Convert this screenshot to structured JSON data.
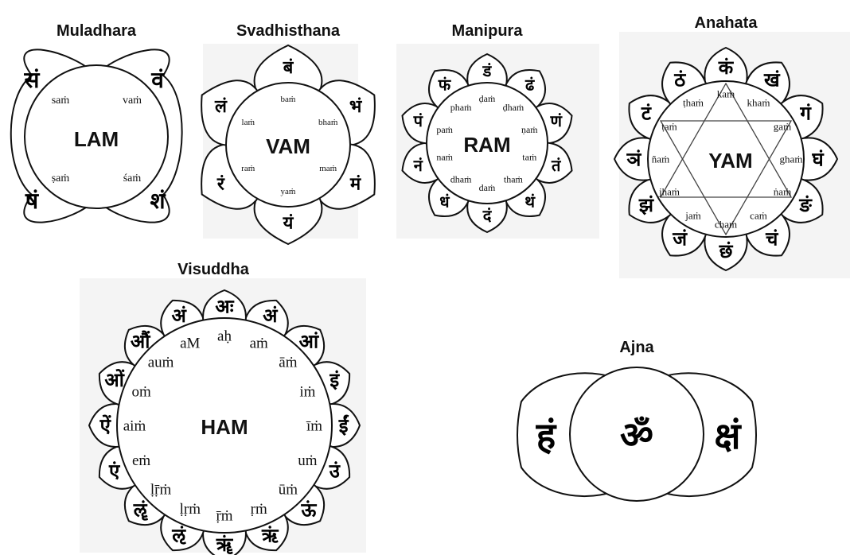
{
  "muladhara": {
    "title": "Muladhara",
    "bija": "LAM",
    "petals": [
      {
        "devanagari": "वं",
        "roman": "vaṁ"
      },
      {
        "devanagari": "शं",
        "roman": "śaṁ"
      },
      {
        "devanagari": "षं",
        "roman": "ṣaṁ"
      },
      {
        "devanagari": "सं",
        "roman": "saṁ"
      }
    ]
  },
  "svadhisthana": {
    "title": "Svadhisthana",
    "bija": "VAM",
    "petals": [
      {
        "devanagari": "बं",
        "roman": "baṁ"
      },
      {
        "devanagari": "भं",
        "roman": "bhaṁ"
      },
      {
        "devanagari": "मं",
        "roman": "maṁ"
      },
      {
        "devanagari": "यं",
        "roman": "yaṁ"
      },
      {
        "devanagari": "रं",
        "roman": "raṁ"
      },
      {
        "devanagari": "लं",
        "roman": "laṁ"
      }
    ]
  },
  "manipura": {
    "title": "Manipura",
    "bija": "RAM",
    "petals": [
      {
        "devanagari": "डं",
        "roman": "ḍaṁ"
      },
      {
        "devanagari": "ढं",
        "roman": "ḍhaṁ"
      },
      {
        "devanagari": "णं",
        "roman": "ṇaṁ"
      },
      {
        "devanagari": "तं",
        "roman": "taṁ"
      },
      {
        "devanagari": "थं",
        "roman": "thaṁ"
      },
      {
        "devanagari": "दं",
        "roman": "daṁ"
      },
      {
        "devanagari": "धं",
        "roman": "dhaṁ"
      },
      {
        "devanagari": "नं",
        "roman": "naṁ"
      },
      {
        "devanagari": "पं",
        "roman": "paṁ"
      },
      {
        "devanagari": "फं",
        "roman": "phaṁ"
      }
    ]
  },
  "anahata": {
    "title": "Anahata",
    "bija": "YAM",
    "petals": [
      {
        "devanagari": "कं",
        "roman": "kaṁ"
      },
      {
        "devanagari": "खं",
        "roman": "khaṁ"
      },
      {
        "devanagari": "गं",
        "roman": "gaṁ"
      },
      {
        "devanagari": "घं",
        "roman": "ghaṁ"
      },
      {
        "devanagari": "ङं",
        "roman": "ṅaṁ"
      },
      {
        "devanagari": "चं",
        "roman": "caṁ"
      },
      {
        "devanagari": "छं",
        "roman": "chaṁ"
      },
      {
        "devanagari": "जं",
        "roman": "jaṁ"
      },
      {
        "devanagari": "झं",
        "roman": "jhaṁ"
      },
      {
        "devanagari": "ञं",
        "roman": "ñaṁ"
      },
      {
        "devanagari": "टं",
        "roman": "ṭaṁ"
      },
      {
        "devanagari": "ठं",
        "roman": "ṭhaṁ"
      }
    ]
  },
  "visuddha": {
    "title": "Visuddha",
    "bija": "HAM",
    "petals": [
      {
        "devanagari": "अं",
        "roman": "aṁ"
      },
      {
        "devanagari": "आं",
        "roman": "āṁ"
      },
      {
        "devanagari": "इं",
        "roman": "iṁ"
      },
      {
        "devanagari": "ईं",
        "roman": "īṁ"
      },
      {
        "devanagari": "उं",
        "roman": "uṁ"
      },
      {
        "devanagari": "ऊं",
        "roman": "ūṁ"
      },
      {
        "devanagari": "ऋं",
        "roman": "ṛṁ"
      },
      {
        "devanagari": "ॠं",
        "roman": "ṝṁ"
      },
      {
        "devanagari": "ऌं",
        "roman": "ḷṛṁ"
      },
      {
        "devanagari": "ॡं",
        "roman": "ḷṝṁ"
      },
      {
        "devanagari": "एं",
        "roman": "eṁ"
      },
      {
        "devanagari": "ऐं",
        "roman": "aiṁ"
      },
      {
        "devanagari": "ओं",
        "roman": "oṁ"
      },
      {
        "devanagari": "औं",
        "roman": "auṁ"
      },
      {
        "devanagari": "अं",
        "roman": "aM"
      },
      {
        "devanagari": "अः",
        "roman": "aḥ"
      }
    ]
  },
  "ajna": {
    "title": "Ajna",
    "center": "ॐ",
    "left": "हं",
    "right": "क्षं"
  }
}
